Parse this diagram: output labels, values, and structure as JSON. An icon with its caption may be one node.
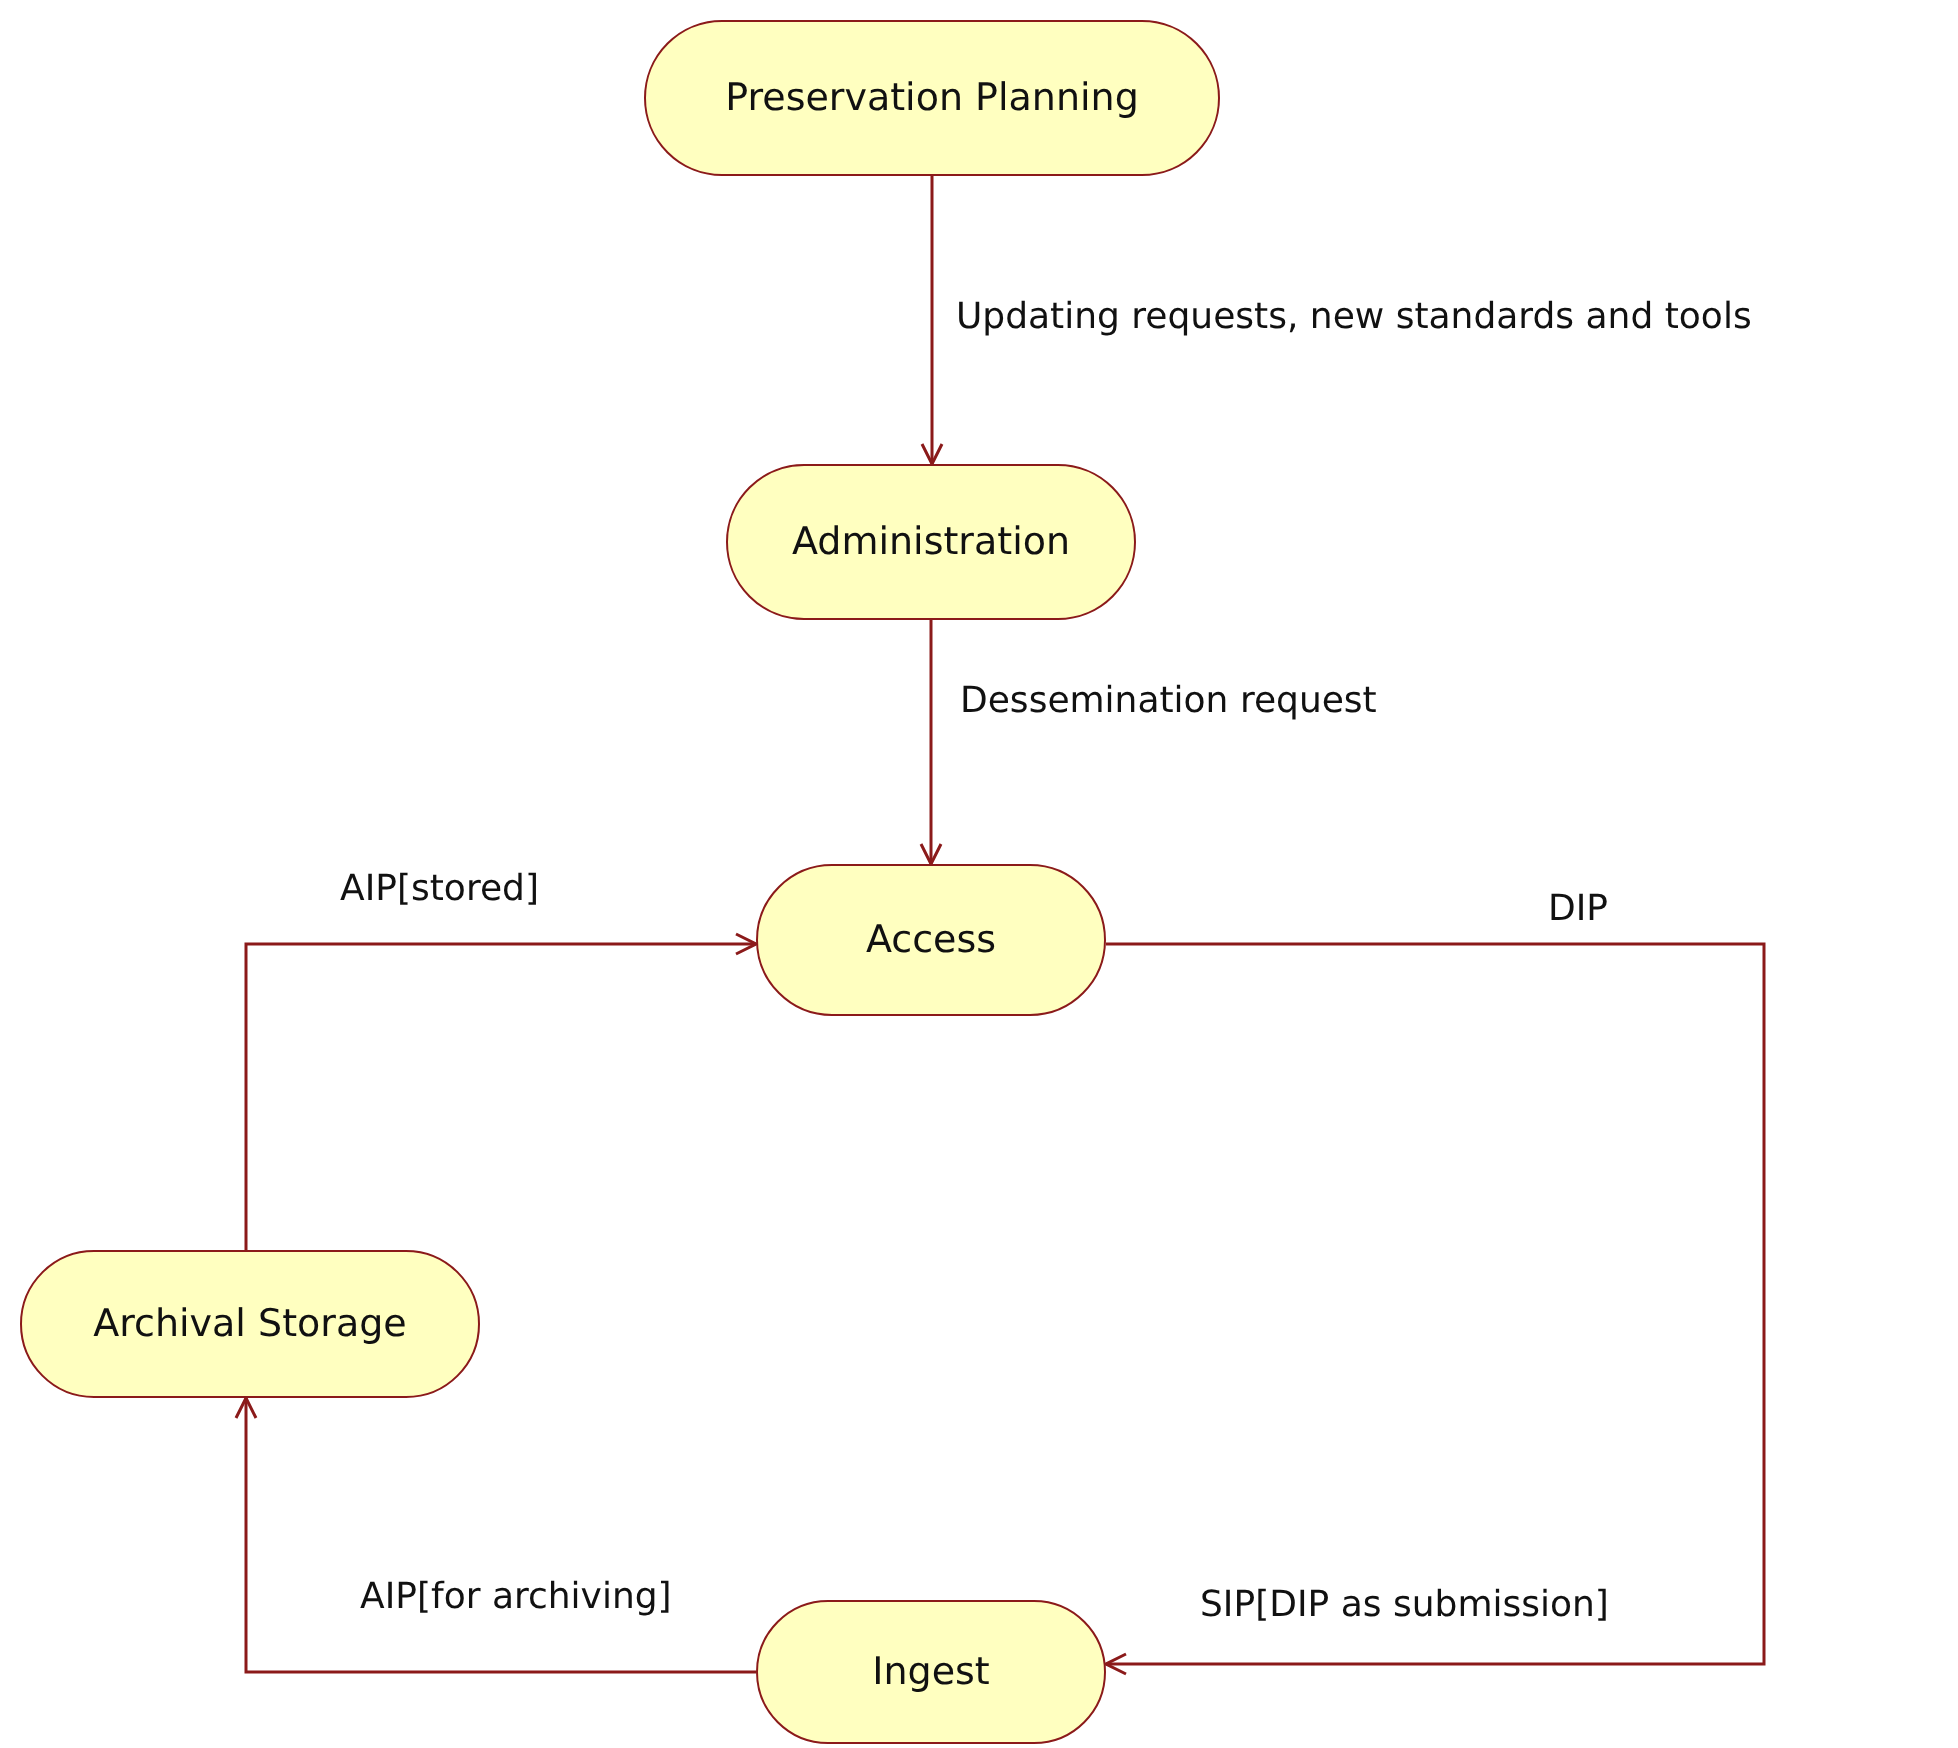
{
  "diagram": {
    "nodes": [
      {
        "text": [
          "Preservation Planning"
        ]
      },
      {
        "text": [
          "Administration"
        ]
      },
      {
        "text": [
          "Access"
        ]
      },
      {
        "text": [
          "Archival Storage"
        ]
      },
      {
        "text": [
          "Ingest"
        ]
      }
    ],
    "edges": [
      {
        "from": 0,
        "to": 1,
        "arrow": "to",
        "label": "Updating requests, new standards and tools"
      },
      {
        "from": 1,
        "to": 2,
        "arrow": "to",
        "label": "Dessemination request"
      },
      {
        "from": 3,
        "to": 2,
        "arrow": "to",
        "label": "AIP[stored]"
      },
      {
        "from": 2,
        "to": 4,
        "arrow": "to",
        "label": "DIP"
      },
      {
        "from": 4,
        "to": 3,
        "arrow": "to",
        "label": "AIP[for archiving]"
      }
    ],
    "labels": [
      "SIP[DIP as submission]"
    ]
  }
}
